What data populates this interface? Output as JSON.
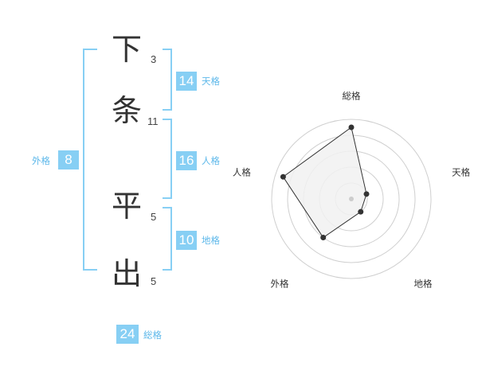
{
  "name": {
    "chars": [
      {
        "char": "下",
        "strokes": "3"
      },
      {
        "char": "条",
        "strokes": "11"
      },
      {
        "char": "平",
        "strokes": "5"
      },
      {
        "char": "出",
        "strokes": "5"
      }
    ]
  },
  "kakusu": {
    "tenkaku": {
      "value": "14",
      "label": "天格"
    },
    "jinkaku": {
      "value": "16",
      "label": "人格"
    },
    "chikaku": {
      "value": "10",
      "label": "地格"
    },
    "gaikaku": {
      "value": "8",
      "label": "外格"
    },
    "soukaku": {
      "value": "24",
      "label": "総格"
    }
  },
  "chart_data": {
    "type": "radar",
    "axes": [
      "総格",
      "天格",
      "地格",
      "外格",
      "人格"
    ],
    "values": [
      4.5,
      1,
      1,
      3,
      4.5
    ],
    "range": [
      0,
      5
    ],
    "rings": 5,
    "colors": {
      "fill": "#f1f1f1",
      "line": "#333333",
      "grid": "#cfcfcf",
      "center": "#cccccc"
    }
  },
  "colors": {
    "accent": "#87cff4",
    "accent_text": "#5db8ea"
  }
}
